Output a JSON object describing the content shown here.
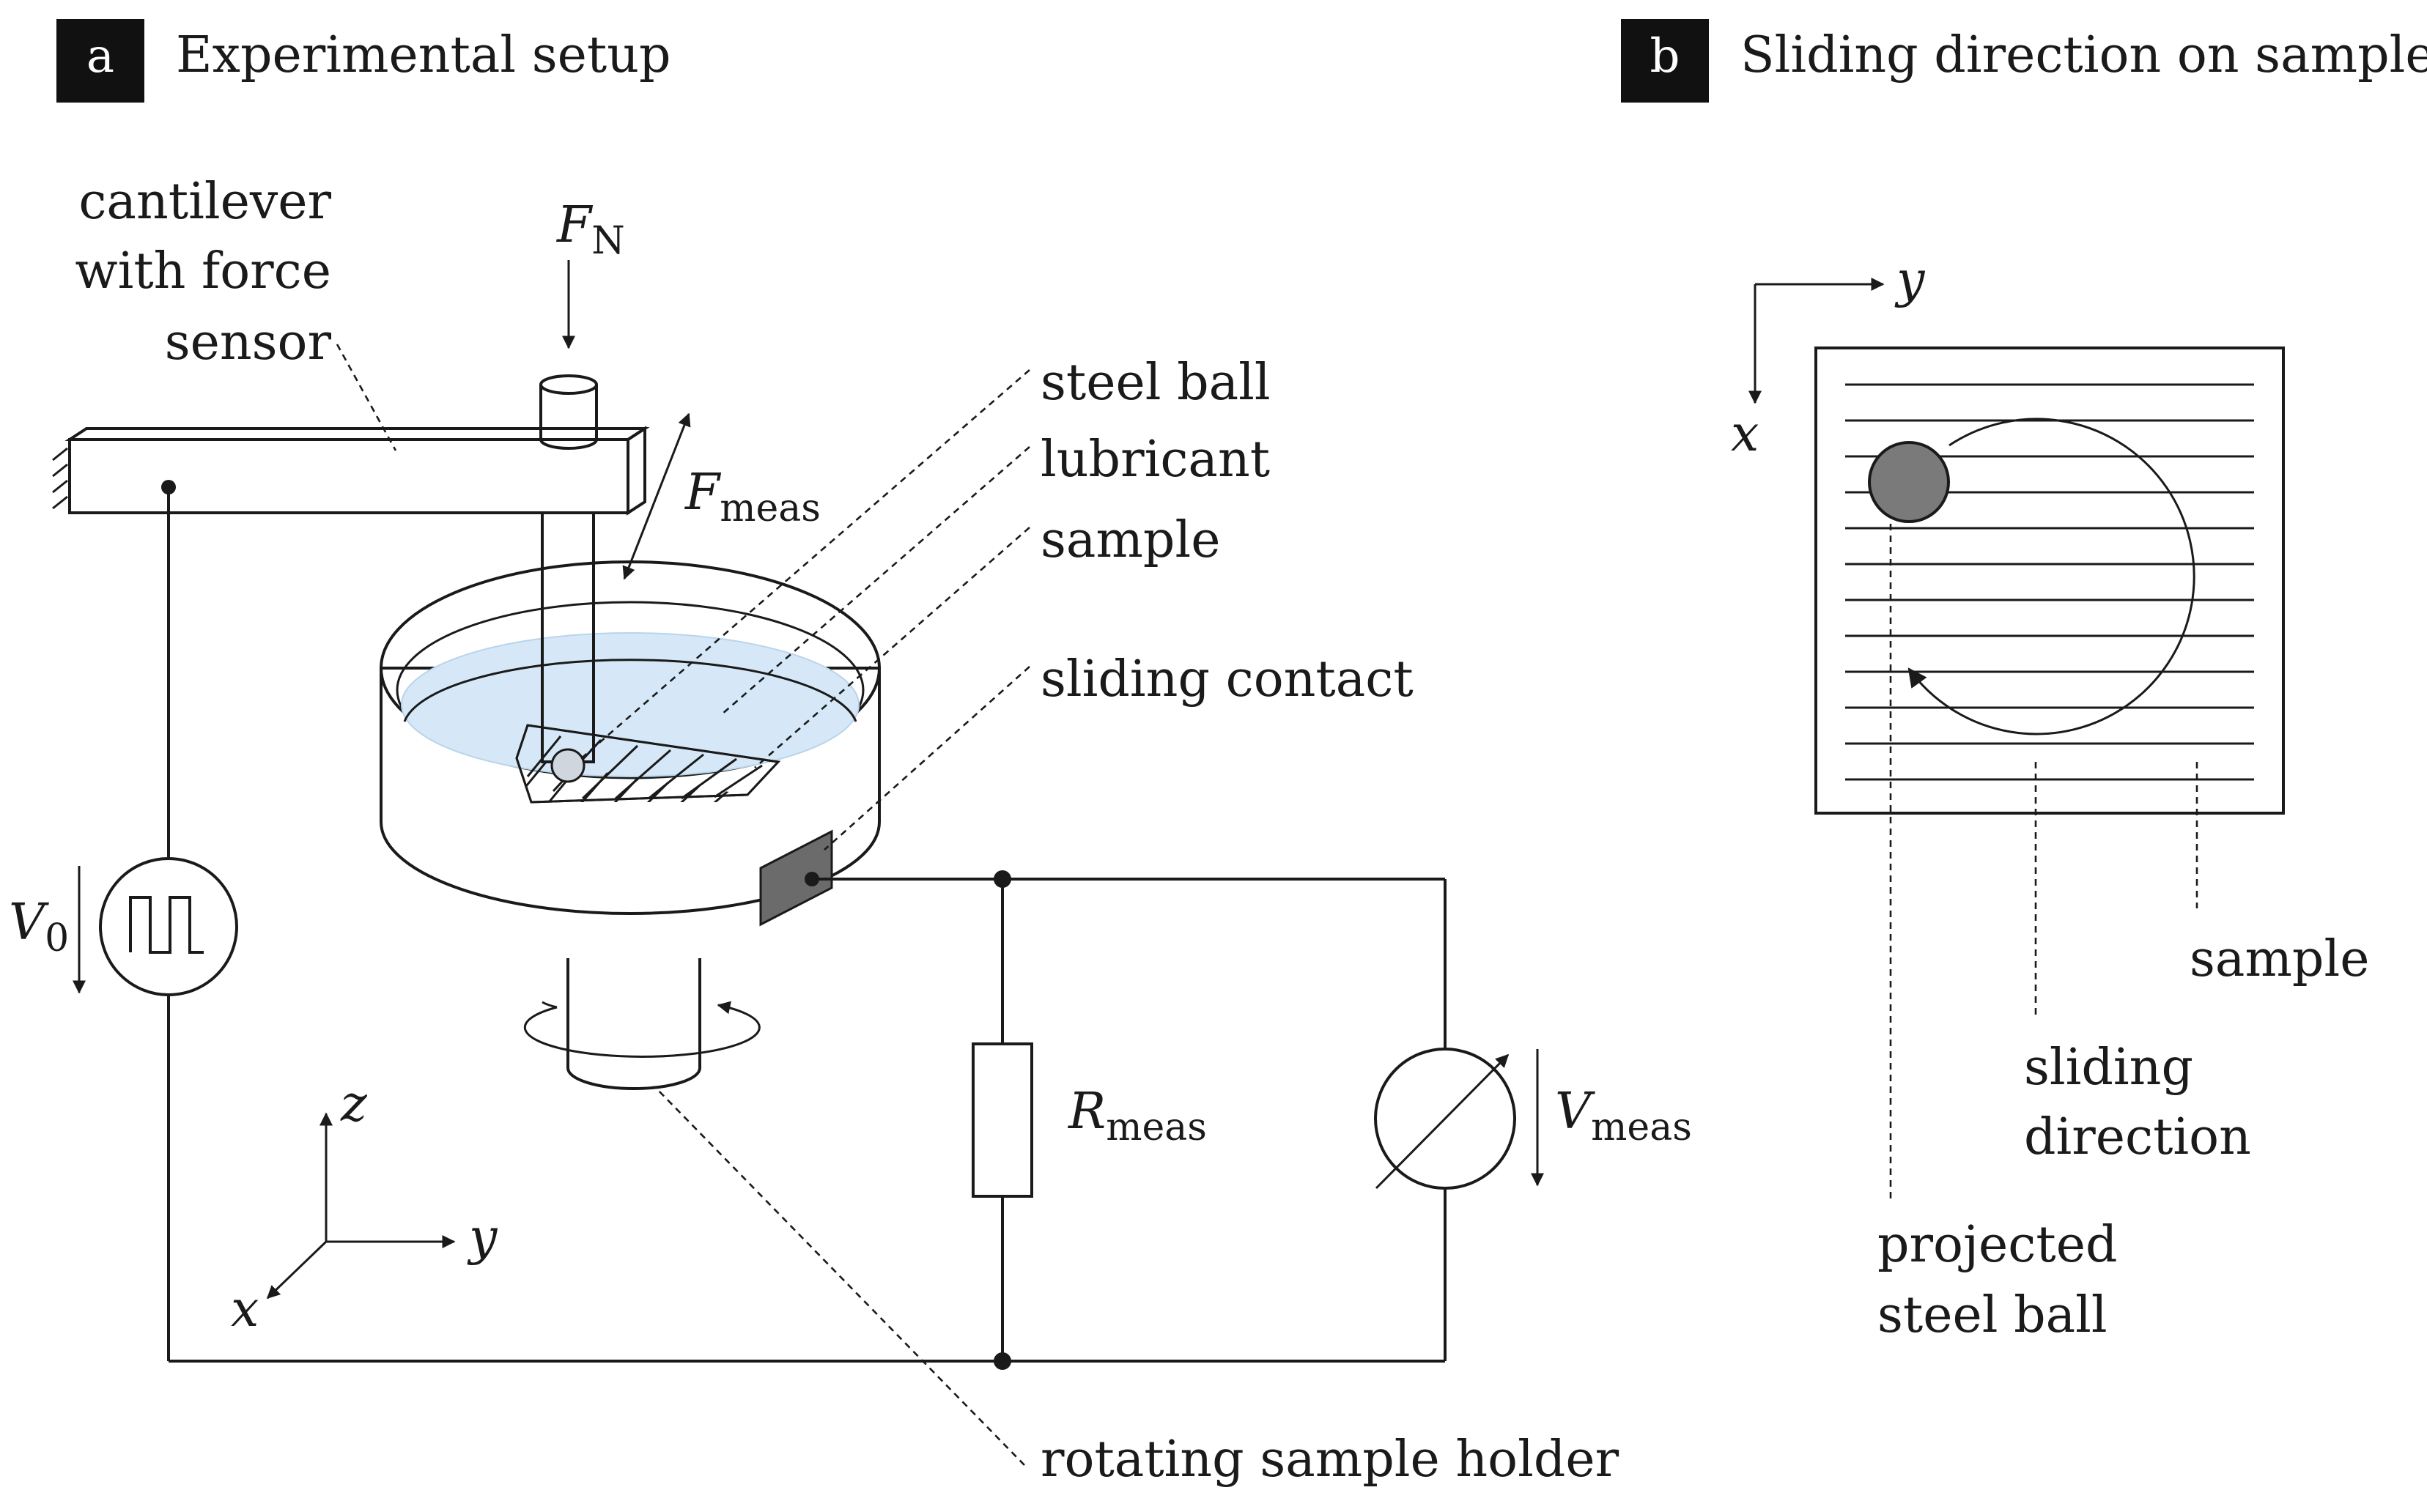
{
  "panel_a": {
    "tag": "a",
    "title": "Experimental setup",
    "labels": {
      "cantilever_1": "cantilever",
      "cantilever_2": "with force",
      "cantilever_3": "sensor",
      "steel_ball": "steel ball",
      "lubricant": "lubricant",
      "sample": "sample",
      "sliding_contact": "sliding contact",
      "rotating_holder": "rotating sample holder"
    },
    "symbols": {
      "fn_main": "F",
      "fn_sub": "N",
      "fmeas_main": "F",
      "fmeas_sub": "meas",
      "v0_main": "V",
      "v0_sub": "0",
      "rmeas_main": "R",
      "rmeas_sub": "meas",
      "vmeas_main": "V",
      "vmeas_sub": "meas"
    },
    "axes": {
      "z": "z",
      "y": "y",
      "x": "x"
    }
  },
  "panel_b": {
    "tag": "b",
    "title": "Sliding direction on sample",
    "axes": {
      "y": "y",
      "x": "x"
    },
    "labels": {
      "sample": "sample",
      "sliding_1": "sliding",
      "sliding_2": "direction",
      "projected_1": "projected",
      "projected_2": "steel ball"
    }
  },
  "colors": {
    "ink": "#1a1a1a",
    "lubricant": "#d6e8f7",
    "ball": "#7a7a7a",
    "contact": "#6b6b6b",
    "tag_bg": "#111111"
  }
}
